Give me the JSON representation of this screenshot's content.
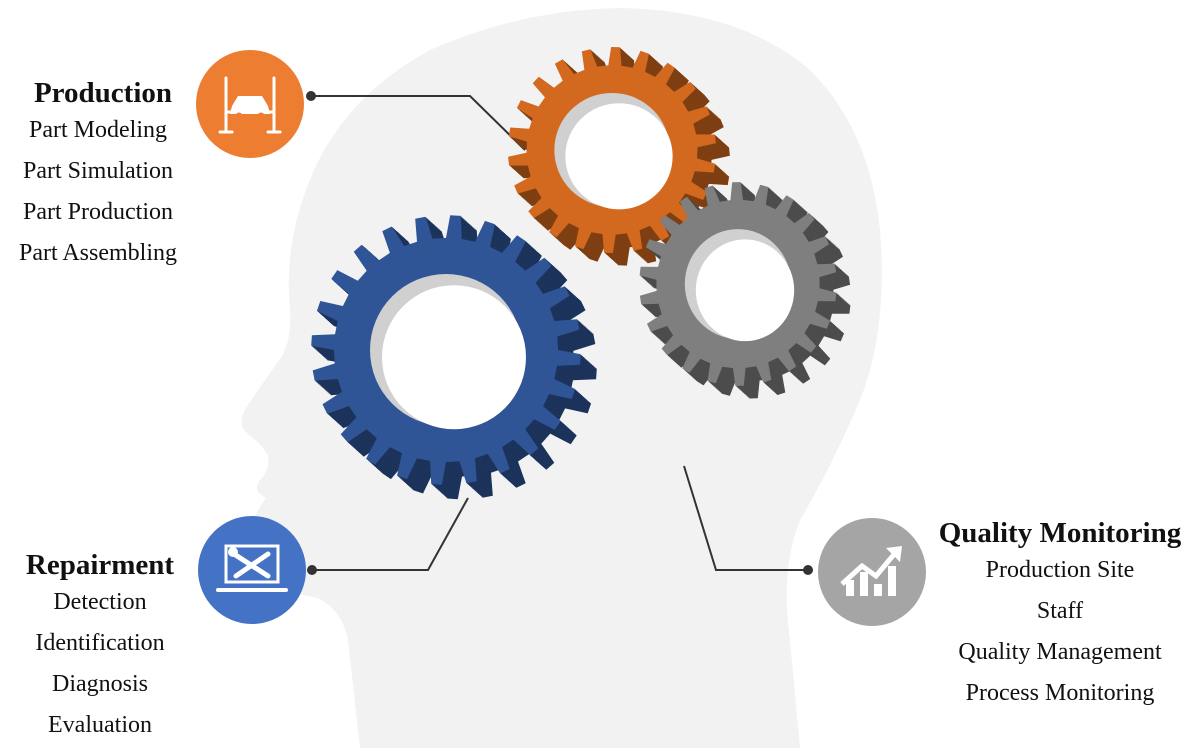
{
  "production": {
    "title": "Production",
    "icon": "car-lift-icon",
    "color": "#ED7D31",
    "items": [
      "Part Modeling",
      "Part Simulation",
      "Part Production",
      "Part Assembling"
    ]
  },
  "repairment": {
    "title": "Repairment",
    "icon": "laptop-tools-icon",
    "color": "#4472C4",
    "items": [
      "Detection",
      "Identification",
      "Diagnosis",
      "Evaluation"
    ]
  },
  "quality": {
    "title": "Quality Monitoring",
    "icon": "growth-chart-icon",
    "color": "#A5A5A5",
    "items": [
      "Production Site",
      "Staff",
      "Quality Management",
      "Process Monitoring"
    ]
  },
  "gears": [
    {
      "name": "orange-gear",
      "color": "#D2691E"
    },
    {
      "name": "blue-gear",
      "color": "#2F5597"
    },
    {
      "name": "gray-gear",
      "color": "#7F7F7F"
    }
  ],
  "head_color": "#F2F2F2"
}
